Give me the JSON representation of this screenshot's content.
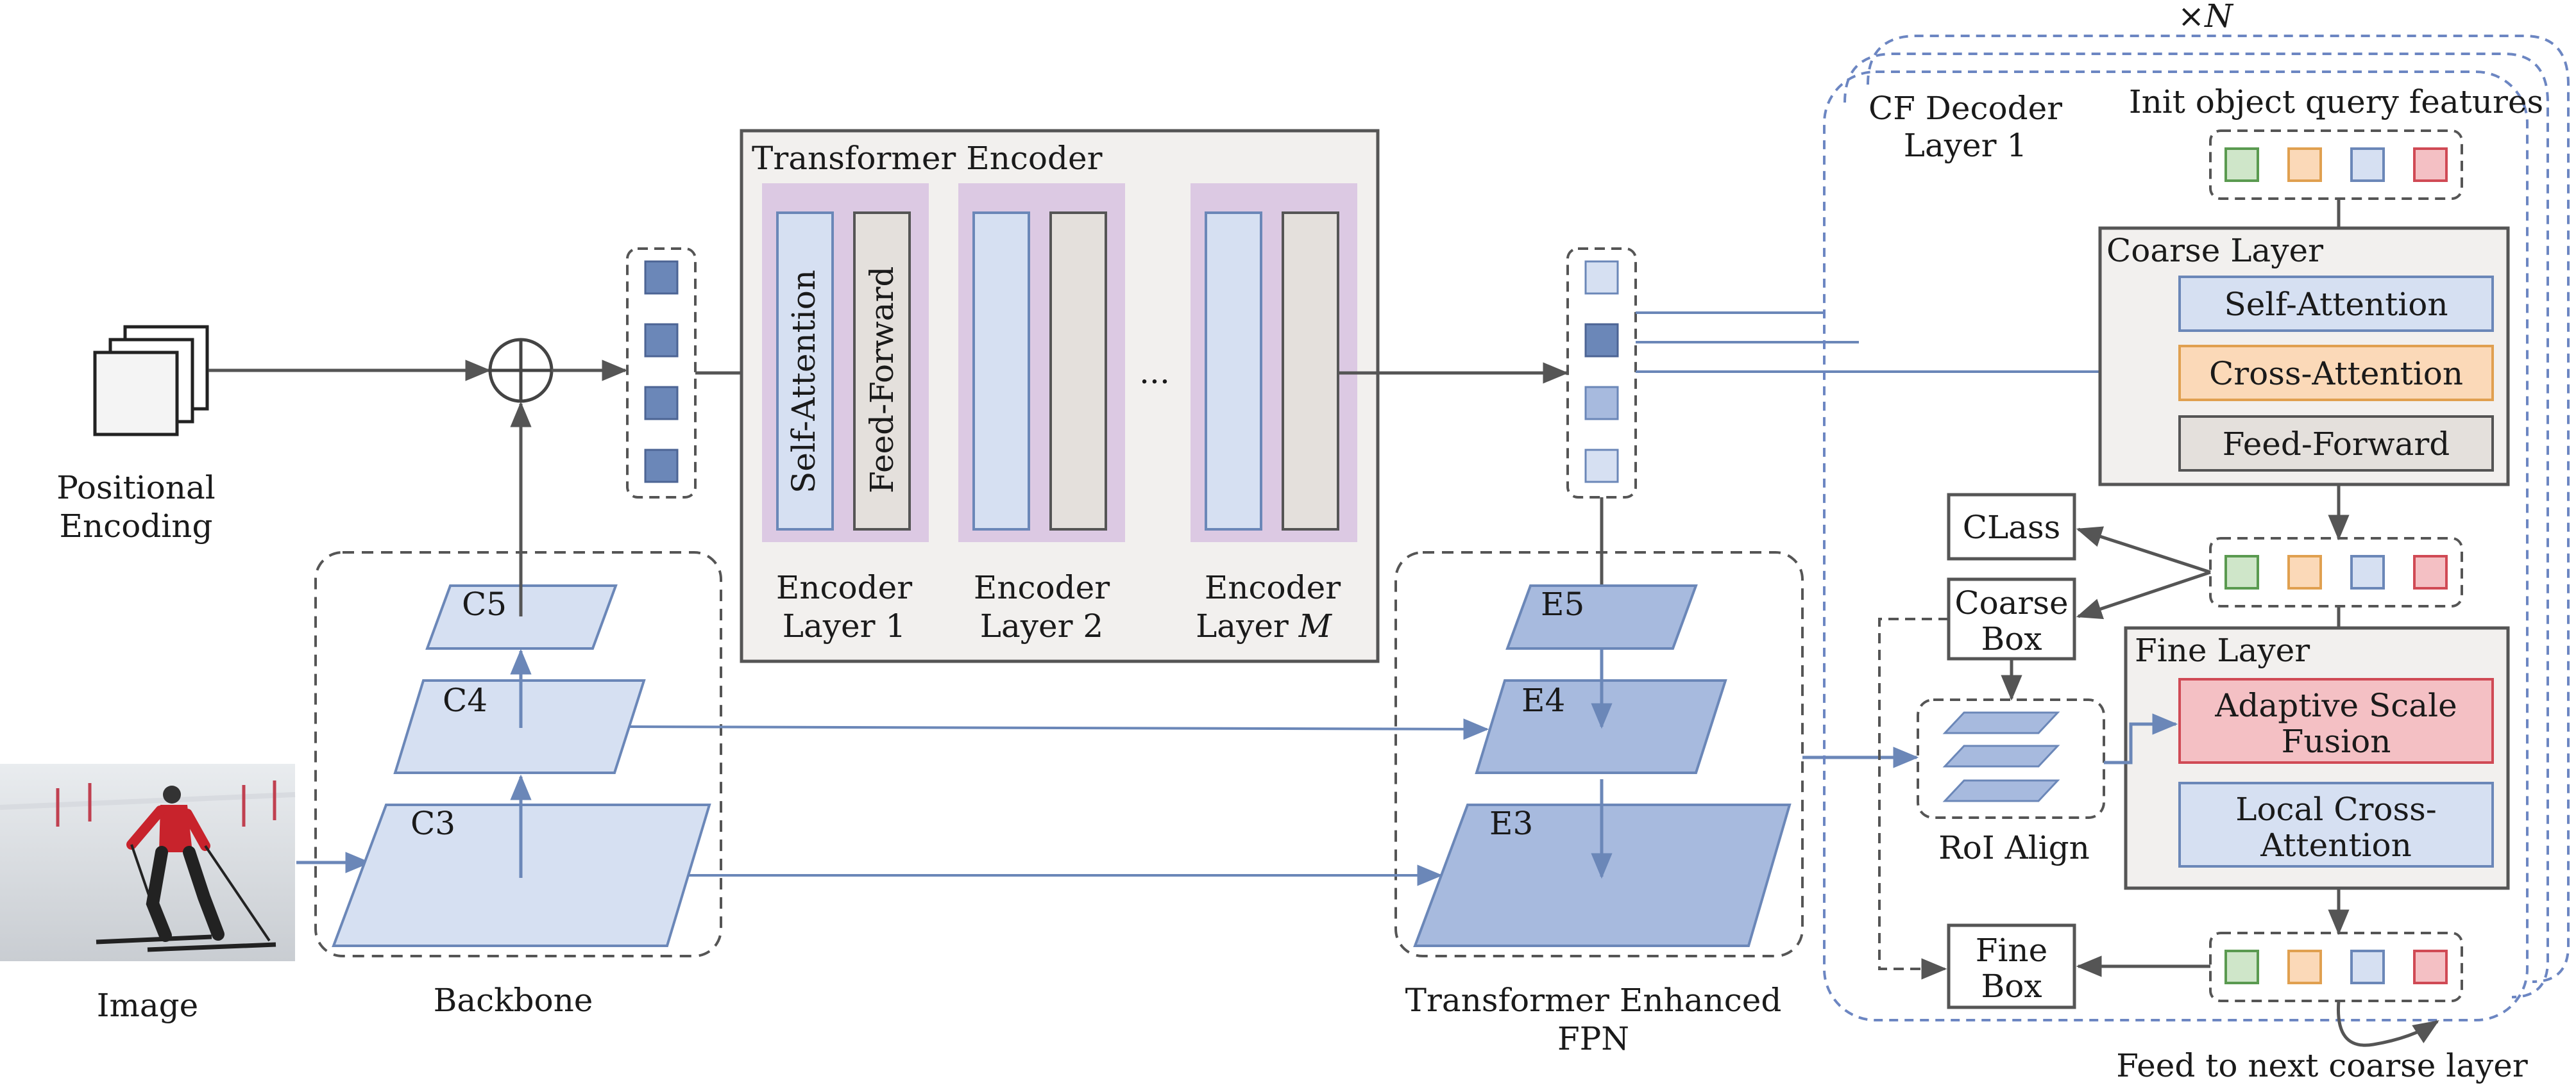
{
  "labels": {
    "positional_encoding": [
      "Positional",
      "Encoding"
    ],
    "image": "Image",
    "backbone": "Backbone",
    "c5": "C5",
    "c4": "C4",
    "c3": "C3",
    "transformer_encoder": "Transformer Encoder",
    "self_attention_vertical": "Self-Attention",
    "feed_forward_vertical": "Feed-Forward",
    "ellipsis": "...",
    "encoder_layer_1": [
      "Encoder",
      "Layer 1"
    ],
    "encoder_layer_2": [
      "Encoder",
      "Layer 2"
    ],
    "encoder_layer_m": [
      "Encoder",
      "Layer "
    ],
    "encoder_layer_m_var": "M",
    "e5": "E5",
    "e4": "E4",
    "e3": "E3",
    "te_fpn": [
      "Transformer Enhanced",
      "FPN"
    ],
    "times_n": "×N",
    "cf_decoder": [
      "CF Decoder",
      "Layer 1"
    ],
    "init_query": "Init object query features",
    "coarse_layer": "Coarse Layer",
    "self_attention": "Self-Attention",
    "cross_attention": "Cross-Attention",
    "feed_forward": "Feed-Forward",
    "class_box": "CLass",
    "coarse_box": [
      "Coarse",
      "Box"
    ],
    "roi_align": "RoI Align",
    "fine_layer": "Fine Layer",
    "adaptive_scale_fusion": [
      "Adaptive Scale",
      "Fusion"
    ],
    "local_cross_attention": [
      "Local Cross-",
      "Attention"
    ],
    "fine_box": [
      "Fine",
      "Box"
    ],
    "feed_next": "Feed to next coarse layer"
  },
  "colors": {
    "blue_dark": "#6b87b8",
    "blue_med": "#a7bade",
    "blue_light": "#d6e0f2",
    "purple_bg": "#dcc9e3",
    "gray_fill": "#e4e0dc",
    "panel_fill": "#f2f0ee",
    "orange_fill": "#fbd9b8",
    "orange_stroke": "#e0a050",
    "red_fill": "#f4c0c4",
    "red_stroke": "#d04a55",
    "green_fill": "#cfe6c9",
    "green_stroke": "#5a9a50",
    "arrow_gray": "#555555",
    "arrow_blue": "#6b87b8",
    "dash_blue": "#6c86c2"
  },
  "icons": [
    "positional-encoding-stack-icon",
    "skier-photo-icon",
    "plus-circle-icon"
  ]
}
